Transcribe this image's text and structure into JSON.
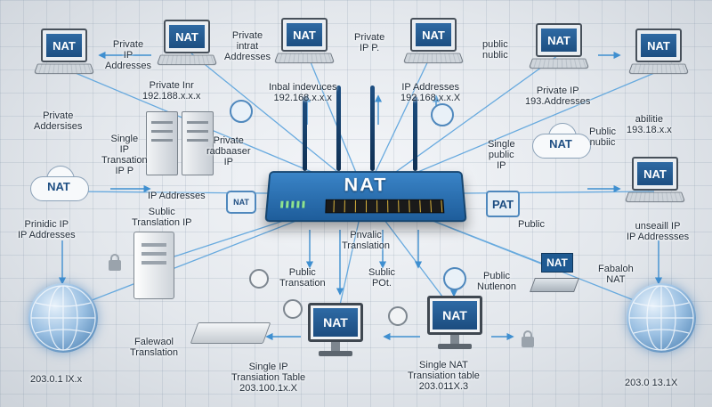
{
  "router": {
    "title": "NAT"
  },
  "devices": {
    "laptop_1": "NAT",
    "laptop_2": "NAT",
    "laptop_3": "NAT",
    "laptop_4": "NAT",
    "laptop_5": "NAT",
    "laptop_6": "NAT",
    "laptop_7": "NAT",
    "monitor_1": "NAT",
    "monitor_2": "NAT",
    "cloud_1": "NAT",
    "cloud_2": "NAT",
    "badge_1": "NAT",
    "pat": "PAT",
    "natbox": "NAT"
  },
  "labels": {
    "l1": "Private\nIP\nAddresses",
    "l2": "Private\nAddersises",
    "l3": "Private Inr\n192.188.x.x.x",
    "l4": "Private\nintrat\nAddresses",
    "l5": "Private\nIP P.",
    "l6": "Inbal indevuces\n192.168.x.x.x",
    "l7": "IP Addresses\n192.168.x.x.X",
    "l8": "public\nnublic",
    "l9": "Private IP\n193.Addresses",
    "l10": "Single\nIP\nTransation\nIP P",
    "l11": "Private\nradbaaser\nIP",
    "l12": "IP Addresses",
    "l13": "Sublic\nTranslation IP",
    "l14": "Prinidic IP\nIP Addresses",
    "l15": "Single\npublic\nIP",
    "l16": "Public\nnubiic",
    "l17": "abilitie\n193.18.x.x",
    "l18": "Pnvalic\nTranslation",
    "l19": "Public",
    "l20": "unseaill IP\nIP Addressses",
    "l21": "Public\nTransation",
    "l22": "Sublic\nPOt.",
    "l23": "Public\nNutlenon",
    "l24": "Fabaloh\nNAT",
    "l25": "Falewaol\nTranslation",
    "l26": "Single IP\nTransiation Table\n203.100.1x.X",
    "l27": "Single NAT\nTransiation table\n203.011X.3",
    "l28": "203.0.1 lX.x",
    "l29": "203.0 13.1X"
  }
}
